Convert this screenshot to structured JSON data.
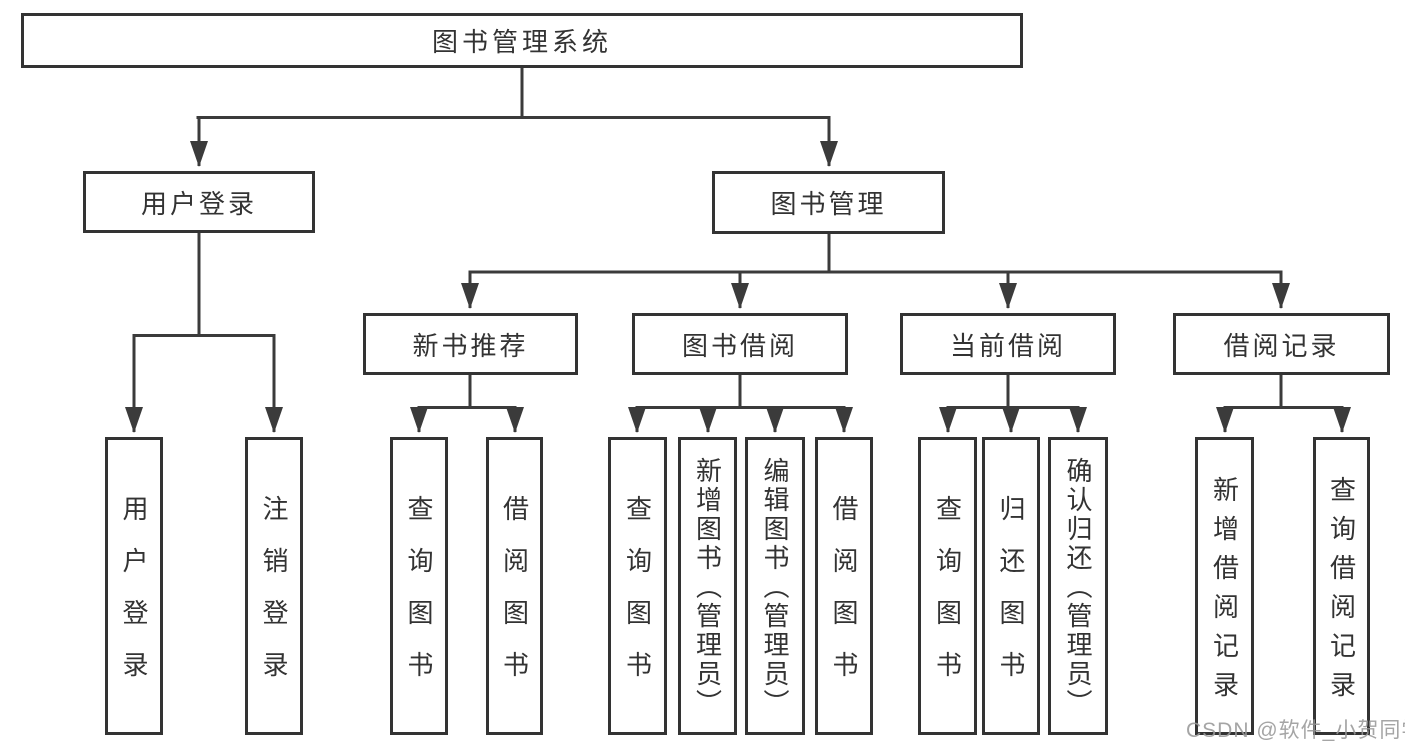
{
  "diagram_type": "tree",
  "tree": {
    "root": {
      "label": "图书管理系统",
      "children": [
        {
          "label": "用户登录",
          "children": [
            {
              "label": "用户登录"
            },
            {
              "label": "注销登录"
            }
          ]
        },
        {
          "label": "图书管理",
          "children": [
            {
              "label": "新书推荐",
              "children": [
                {
                  "label": "查询图书"
                },
                {
                  "label": "借阅图书"
                }
              ]
            },
            {
              "label": "图书借阅",
              "children": [
                {
                  "label": "查询图书"
                },
                {
                  "label": "新增图书（管理员）"
                },
                {
                  "label": "编辑图书（管理员）"
                },
                {
                  "label": "借阅图书"
                }
              ]
            },
            {
              "label": "当前借阅",
              "children": [
                {
                  "label": "查询图书"
                },
                {
                  "label": "归还图书"
                },
                {
                  "label": "确认归还（管理员）"
                }
              ]
            },
            {
              "label": "借阅记录",
              "children": [
                {
                  "label": "新增借阅记录"
                },
                {
                  "label": "查询借阅记录"
                }
              ]
            }
          ]
        }
      ]
    }
  },
  "colors": {
    "line": "#3b3b3b",
    "border": "#333333",
    "text": "#333333",
    "watermark": "#999999"
  },
  "watermark": {
    "text": "CSDN @软件_小贺同学"
  }
}
